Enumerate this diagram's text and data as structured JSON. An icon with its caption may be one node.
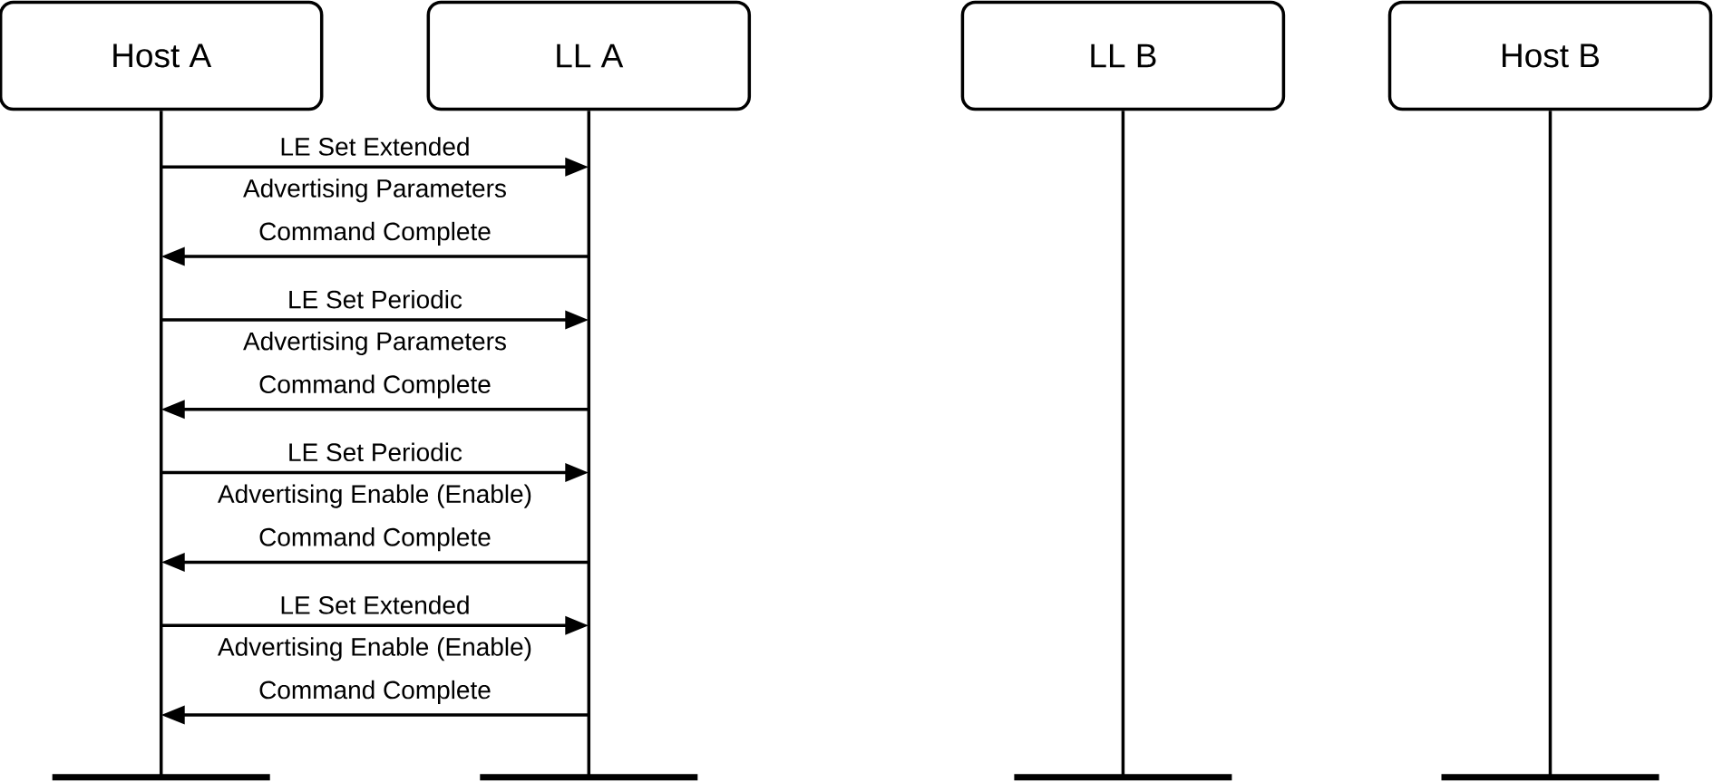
{
  "diagram": {
    "nodes": [
      {
        "text": [
          "Host A"
        ]
      },
      {
        "text": [
          "LL A"
        ]
      },
      {
        "text": [
          "LL B"
        ]
      },
      {
        "text": [
          "Host B"
        ]
      }
    ],
    "edges": [
      {
        "from": 0,
        "to": 1,
        "arrow": "to",
        "label": "LE Set Extended Advertising Parameters"
      },
      {
        "from": 1,
        "to": 0,
        "arrow": "to",
        "label": "Command Complete"
      },
      {
        "from": 0,
        "to": 1,
        "arrow": "to",
        "label": "LE Set Periodic Advertising Parameters"
      },
      {
        "from": 1,
        "to": 0,
        "arrow": "to",
        "label": "Command Complete"
      },
      {
        "from": 0,
        "to": 1,
        "arrow": "to",
        "label": "LE Set Periodic Advertising Enable (Enable)"
      },
      {
        "from": 1,
        "to": 0,
        "arrow": "to",
        "label": "Command Complete"
      },
      {
        "from": 0,
        "to": 1,
        "arrow": "to",
        "label": "LE Set Extended Advertising Enable (Enable)"
      },
      {
        "from": 1,
        "to": 0,
        "arrow": "to",
        "label": "Command Complete"
      }
    ]
  }
}
